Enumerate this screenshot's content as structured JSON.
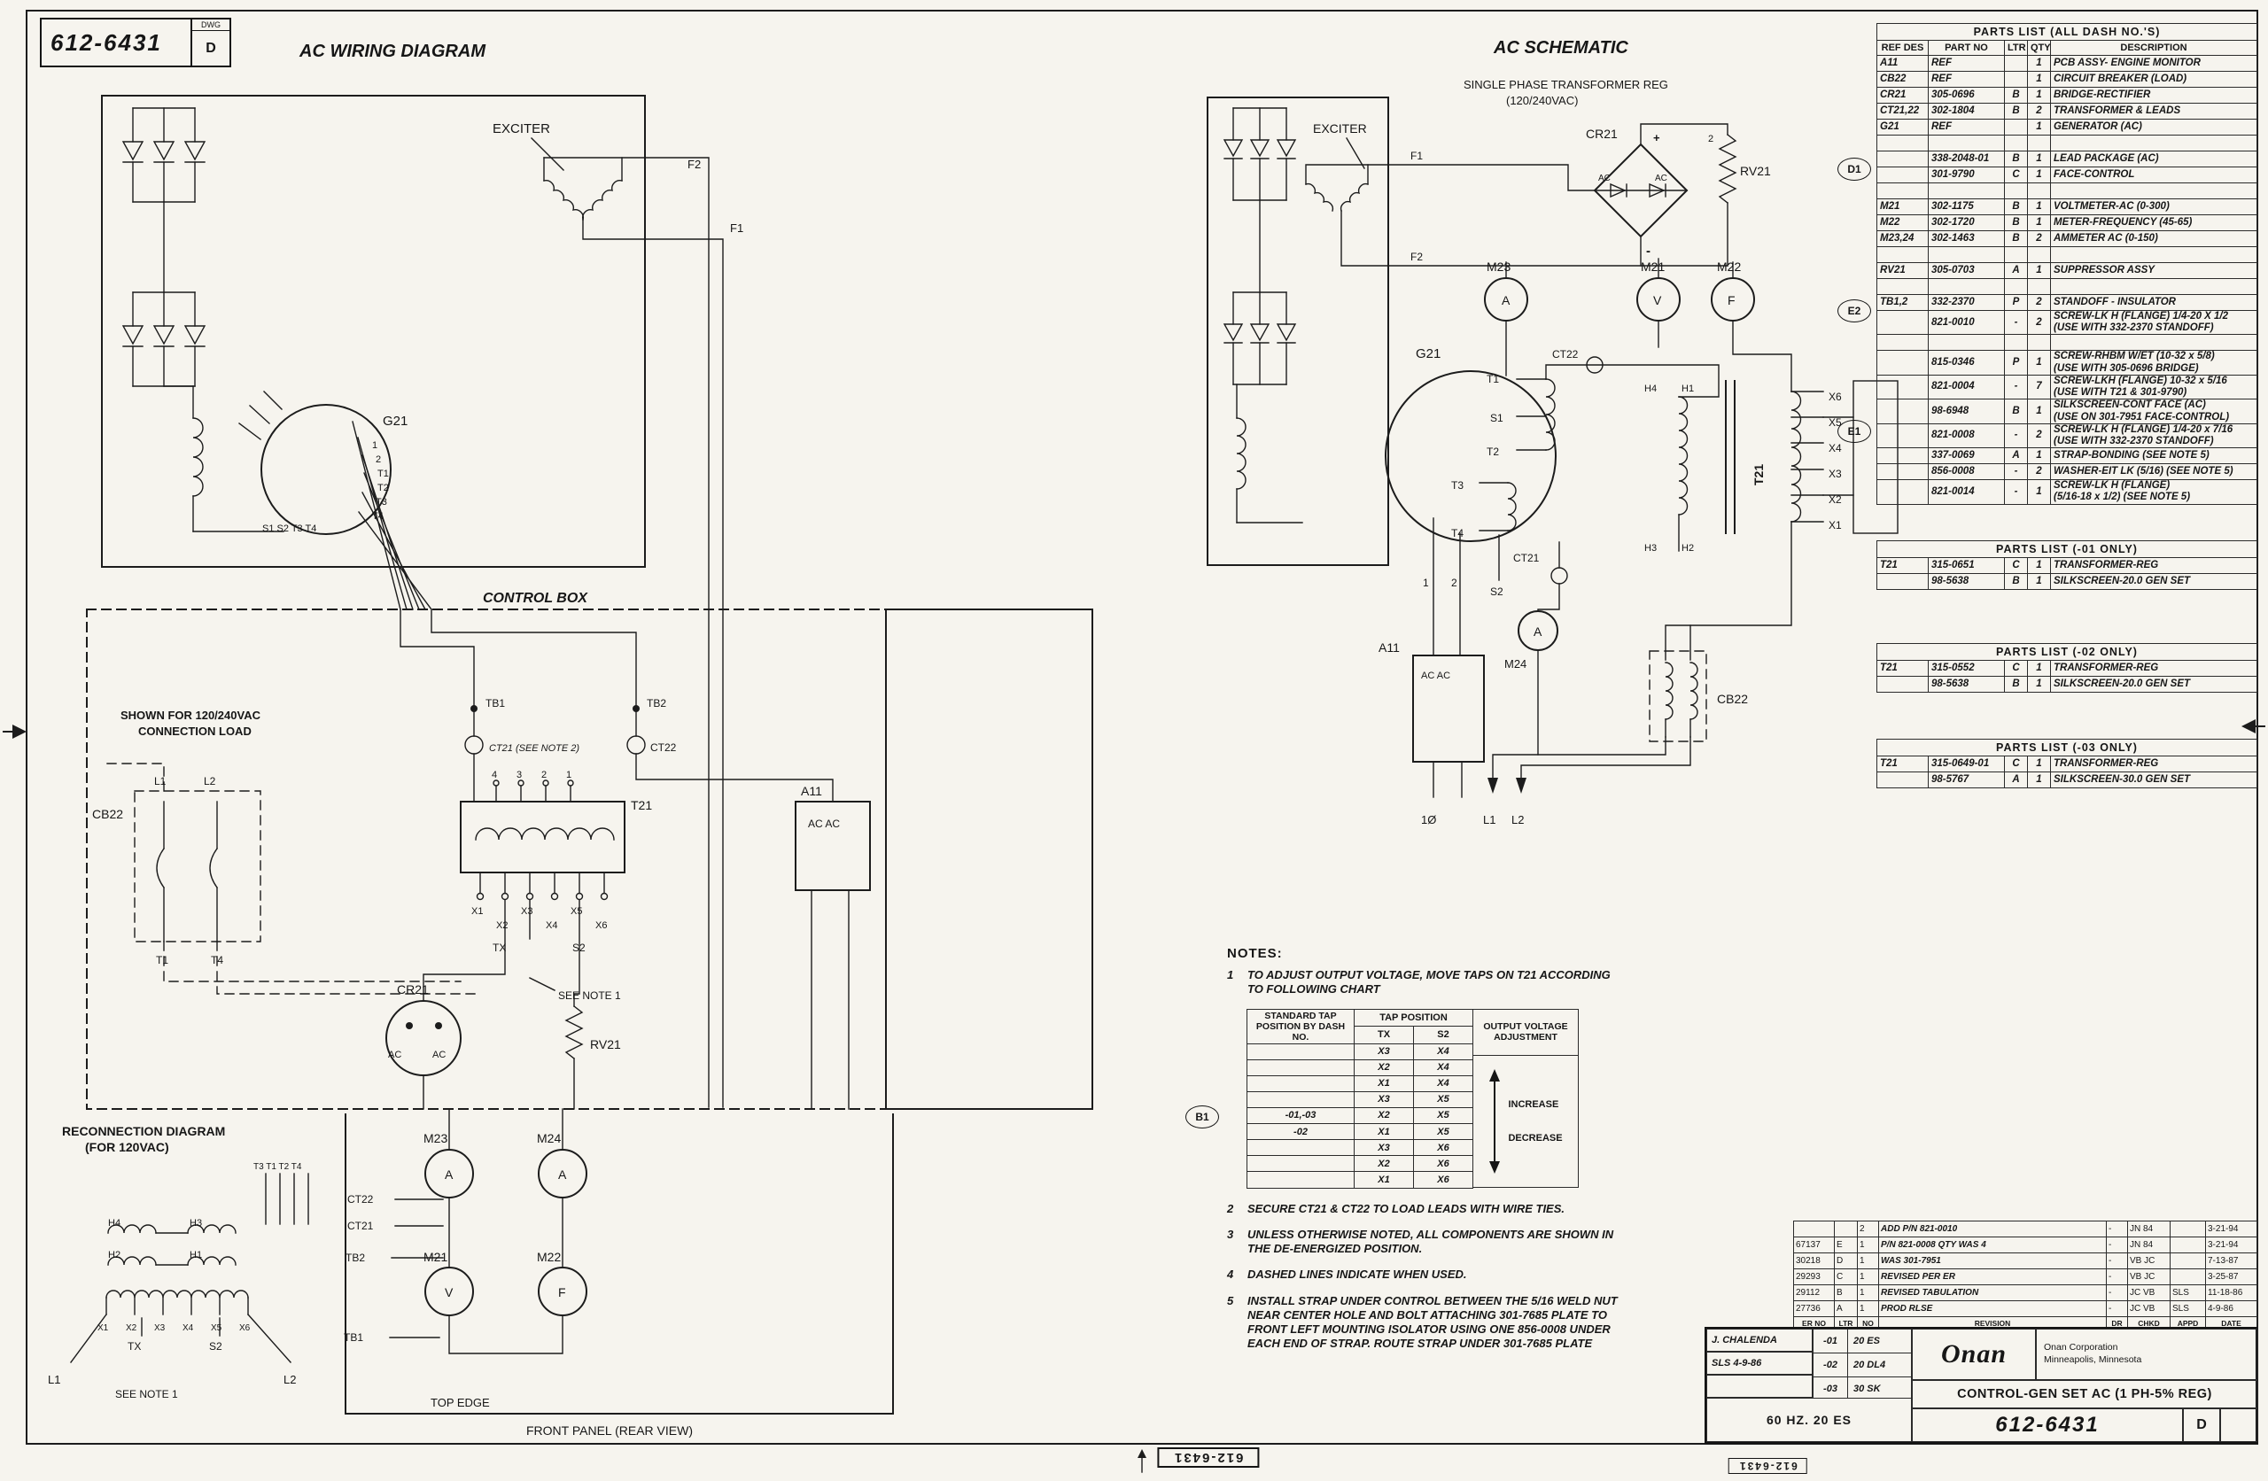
{
  "sheet": {
    "corner_number": "612-6431",
    "corner_size_label": "DWG",
    "corner_size": "D",
    "stamp": "612-6431"
  },
  "wiring": {
    "title": "AC WIRING DIAGRAM",
    "labels": {
      "exciter": "EXCITER",
      "f2": "F2",
      "f1": "F1",
      "g21": "G21",
      "lead_1": "1",
      "lead_2": "2",
      "lead_t1": "T1",
      "lead_t2": "T2",
      "lead_t3": "T3",
      "lead_t4": "T4",
      "terms": "S1 S2 T3 T4",
      "control_box": "CONTROL BOX",
      "shown1": "SHOWN FOR 120/240VAC",
      "shown2": "CONNECTION LOAD",
      "l1": "L1",
      "l2": "L2",
      "cb22": "CB22",
      "t1": "T1",
      "t4": "T4",
      "tb1": "TB1",
      "tb2": "TB2",
      "ct21_note": "CT21 (SEE NOTE 2)",
      "ct22": "CT22",
      "t21": "T21",
      "tap4": "4",
      "tap3": "3",
      "tap2": "2",
      "tap1": "1",
      "x1": "X1",
      "x2": "X2",
      "x3": "X3",
      "x4": "X4",
      "x5": "X5",
      "x6": "X6",
      "tx": "TX",
      "s2": "S2",
      "see_note1": "SEE NOTE 1",
      "cr21": "CR21",
      "ac": "AC",
      "rv21": "RV21",
      "a11": "A11",
      "a11_ac": "AC  AC",
      "m23": "M23",
      "m24": "M24",
      "amp": "A",
      "m21": "M21",
      "volt": "V",
      "m22": "M22",
      "freq": "F",
      "p_ct22": "CT22",
      "p_ct21": "CT21",
      "p_tb2": "TB2",
      "p_tb1": "TB1",
      "recon1": "RECONNECTION DIAGRAM",
      "recon2": "(FOR 120VAC)",
      "recon_top": "T3 T1 T2 T4",
      "h4": "H4",
      "h3": "H3",
      "h2": "H2",
      "h1": "H1",
      "recon_tx": "TX",
      "recon_s2": "S2",
      "recon_l1": "L1",
      "recon_l2": "L2",
      "top_edge": "TOP EDGE",
      "front_panel": "FRONT PANEL (REAR VIEW)"
    }
  },
  "schematic": {
    "title": "AC SCHEMATIC",
    "sub1": "SINGLE PHASE TRANSFORMER REG",
    "sub2": "(120/240VAC)",
    "labels": {
      "exciter": "EXCITER",
      "f1": "F1",
      "f2": "F2",
      "cr21": "CR21",
      "plus": "+",
      "minus": "-",
      "ac": "AC",
      "two": "2",
      "rv21": "RV21",
      "m23": "M23",
      "m21": "M21",
      "m22": "M22",
      "amp": "A",
      "volt": "V",
      "freq": "F",
      "g21": "G21",
      "t1": "T1",
      "s1": "S1",
      "t2": "T2",
      "t3": "T3",
      "t4": "T4",
      "ct22": "CT22",
      "ct21": "CT21",
      "one": "1",
      "s2": "S2",
      "a11": "A11",
      "a11_ac": "AC AC",
      "m24": "M24",
      "t21": "T21",
      "h4": "H4",
      "h1": "H1",
      "h3": "H3",
      "h2": "H2",
      "x6": "X6",
      "x5": "X5",
      "x4": "X4",
      "x3": "X3",
      "x2": "X2",
      "x1": "X1",
      "cb22": "CB22",
      "phase": "1Ø",
      "l1": "L1",
      "l2": "L2"
    }
  },
  "parts_all": {
    "title": "PARTS LIST (ALL DASH NO.'S)",
    "headers": [
      "REF DES",
      "PART NO",
      "LTR",
      "QTY",
      "DESCRIPTION"
    ],
    "rows": [
      {
        "ref": "A11",
        "part": "REF",
        "ltr": "",
        "qty": "1",
        "desc": "PCB ASSY- ENGINE MONITOR"
      },
      {
        "ref": "CB22",
        "part": "REF",
        "ltr": "",
        "qty": "1",
        "desc": "CIRCUIT BREAKER (LOAD)"
      },
      {
        "ref": "CR21",
        "part": "305-0696",
        "ltr": "B",
        "qty": "1",
        "desc": "BRIDGE-RECTIFIER"
      },
      {
        "ref": "CT21,22",
        "part": "302-1804",
        "ltr": "B",
        "qty": "2",
        "desc": "TRANSFORMER & LEADS"
      },
      {
        "ref": "G21",
        "part": "REF",
        "ltr": "",
        "qty": "1",
        "desc": "GENERATOR (AC)"
      },
      {
        "ref": "",
        "part": "",
        "ltr": "",
        "qty": "",
        "desc": ""
      },
      {
        "ref": "",
        "part": "338-2048-01",
        "ltr": "B",
        "qty": "1",
        "desc": "LEAD PACKAGE (AC)"
      },
      {
        "ref": "",
        "part": "301-9790",
        "ltr": "C",
        "qty": "1",
        "desc": "FACE-CONTROL"
      },
      {
        "ref": "",
        "part": "",
        "ltr": "",
        "qty": "",
        "desc": ""
      },
      {
        "ref": "M21",
        "part": "302-1175",
        "ltr": "B",
        "qty": "1",
        "desc": "VOLTMETER-AC (0-300)"
      },
      {
        "ref": "M22",
        "part": "302-1720",
        "ltr": "B",
        "qty": "1",
        "desc": "METER-FREQUENCY (45-65)"
      },
      {
        "ref": "M23,24",
        "part": "302-1463",
        "ltr": "B",
        "qty": "2",
        "desc": "AMMETER AC (0-150)"
      },
      {
        "ref": "",
        "part": "",
        "ltr": "",
        "qty": "",
        "desc": ""
      },
      {
        "ref": "RV21",
        "part": "305-0703",
        "ltr": "A",
        "qty": "1",
        "desc": "SUPPRESSOR ASSY"
      },
      {
        "ref": "",
        "part": "",
        "ltr": "",
        "qty": "",
        "desc": ""
      },
      {
        "ref": "TB1,2",
        "part": "332-2370",
        "ltr": "P",
        "qty": "2",
        "desc": "STANDOFF - INSULATOR"
      },
      {
        "ref": "",
        "part": "821-0010",
        "ltr": "-",
        "qty": "2",
        "desc": "SCREW-LK H (FLANGE) 1/4-20 X 1/2\n(USE WITH 332-2370 STANDOFF)"
      },
      {
        "ref": "",
        "part": "",
        "ltr": "",
        "qty": "",
        "desc": ""
      },
      {
        "ref": "",
        "part": "815-0346",
        "ltr": "P",
        "qty": "1",
        "desc": "SCREW-RHBM W/ET (10-32 x 5/8)\n(USE WITH 305-0696 BRIDGE)"
      },
      {
        "ref": "",
        "part": "821-0004",
        "ltr": "-",
        "qty": "7",
        "desc": "SCREW-LKH (FLANGE) 10-32 x 5/16\n(USE WITH T21 & 301-9790)"
      },
      {
        "ref": "",
        "part": "98-6948",
        "ltr": "B",
        "qty": "1",
        "desc": "SILKSCREEN-CONT FACE (AC)\n(USE ON 301-7951 FACE-CONTROL)"
      },
      {
        "ref": "",
        "part": "821-0008",
        "ltr": "-",
        "qty": "2",
        "desc": "SCREW-LK H (FLANGE) 1/4-20 x 7/16\n(USE WITH 332-2370 STANDOFF)"
      },
      {
        "ref": "",
        "part": "337-0069",
        "ltr": "A",
        "qty": "1",
        "desc": "STRAP-BONDING (SEE NOTE 5)"
      },
      {
        "ref": "",
        "part": "856-0008",
        "ltr": "-",
        "qty": "2",
        "desc": "WASHER-EIT LK (5/16) (SEE NOTE 5)"
      },
      {
        "ref": "",
        "part": "821-0014",
        "ltr": "-",
        "qty": "1",
        "desc": "SCREW-LK H (FLANGE)\n(5/16-18 x 1/2) (SEE NOTE 5)"
      }
    ]
  },
  "parts_01": {
    "title": "PARTS LIST (-01 ONLY)",
    "rows": [
      {
        "ref": "T21",
        "part": "315-0651",
        "ltr": "C",
        "qty": "1",
        "desc": "TRANSFORMER-REG"
      },
      {
        "ref": "",
        "part": "98-5638",
        "ltr": "B",
        "qty": "1",
        "desc": "SILKSCREEN-20.0 GEN SET"
      }
    ]
  },
  "parts_02": {
    "title": "PARTS LIST (-02 ONLY)",
    "rows": [
      {
        "ref": "T21",
        "part": "315-0552",
        "ltr": "C",
        "qty": "1",
        "desc": "TRANSFORMER-REG"
      },
      {
        "ref": "",
        "part": "98-5638",
        "ltr": "B",
        "qty": "1",
        "desc": "SILKSCREEN-20.0 GEN SET"
      }
    ]
  },
  "parts_03": {
    "title": "PARTS LIST (-03 ONLY)",
    "rows": [
      {
        "ref": "T21",
        "part": "315-0649-01",
        "ltr": "C",
        "qty": "1",
        "desc": "TRANSFORMER-REG"
      },
      {
        "ref": "",
        "part": "98-5767",
        "ltr": "A",
        "qty": "1",
        "desc": "SILKSCREEN-30.0 GEN SET"
      }
    ]
  },
  "balloons": {
    "d1": "D1",
    "e2": "E2",
    "e1": "E1",
    "b1": "B1"
  },
  "notes": {
    "heading": "NOTES:",
    "n1": {
      "n": "1",
      "text": "TO ADJUST OUTPUT VOLTAGE, MOVE TAPS ON T21 ACCORDING TO FOLLOWING CHART"
    },
    "rest": [
      {
        "n": "2",
        "text": "SECURE CT21 & CT22 TO LOAD LEADS WITH WIRE TIES."
      },
      {
        "n": "3",
        "text": "UNLESS OTHERWISE NOTED, ALL COMPONENTS ARE SHOWN IN THE DE-ENERGIZED POSITION."
      },
      {
        "n": "4",
        "text": "DASHED LINES INDICATE WHEN USED."
      },
      {
        "n": "5",
        "text": "INSTALL STRAP UNDER CONTROL BETWEEN THE 5/16 WELD NUT NEAR CENTER HOLE AND BOLT ATTACHING 301-7685 PLATE TO FRONT LEFT MOUNTING ISOLATOR USING ONE 856-0008 UNDER EACH END OF STRAP. ROUTE STRAP UNDER 301-7685 PLATE"
      }
    ]
  },
  "tap_chart": {
    "h_dash": "STANDARD TAP POSITION BY DASH NO.",
    "h_tap": "TAP POSITION",
    "h_tx": "TX",
    "h_s2": "S2",
    "h_out": "OUTPUT VOLTAGE ADJUSTMENT",
    "increase": "INCREASE",
    "decrease": "DECREASE",
    "rows": [
      {
        "dash": "",
        "tx": "X3",
        "s2": "X4"
      },
      {
        "dash": "",
        "tx": "X2",
        "s2": "X4"
      },
      {
        "dash": "",
        "tx": "X1",
        "s2": "X4"
      },
      {
        "dash": "",
        "tx": "X3",
        "s2": "X5"
      },
      {
        "dash": "-01,-03",
        "tx": "X2",
        "s2": "X5"
      },
      {
        "dash": "-02",
        "tx": "X1",
        "s2": "X5"
      },
      {
        "dash": "",
        "tx": "X3",
        "s2": "X6"
      },
      {
        "dash": "",
        "tx": "X2",
        "s2": "X6"
      },
      {
        "dash": "",
        "tx": "X1",
        "s2": "X6"
      }
    ]
  },
  "revisions": {
    "headers": [
      "ER NO",
      "LTR",
      "NO",
      "REVISION",
      "DR",
      "CHKD",
      "APPD",
      "DATE"
    ],
    "rows": [
      {
        "er": "",
        "ltr": "",
        "no": "2",
        "rev": "ADD P/N 821-0010",
        "dr": "-",
        "chk": "JN 84",
        "app": "",
        "date": "3-21-94"
      },
      {
        "er": "67137",
        "ltr": "E",
        "no": "1",
        "rev": "P/N 821-0008 QTY WAS 4",
        "dr": "-",
        "chk": "JN 84",
        "app": "",
        "date": "3-21-94"
      },
      {
        "er": "30218",
        "ltr": "D",
        "no": "1",
        "rev": "WAS 301-7951",
        "dr": "-",
        "chk": "VB JC",
        "app": "",
        "date": "7-13-87"
      },
      {
        "er": "29293",
        "ltr": "C",
        "no": "1",
        "rev": "REVISED PER ER",
        "dr": "-",
        "chk": "VB JC",
        "app": "",
        "date": "3-25-87"
      },
      {
        "er": "29112",
        "ltr": "B",
        "no": "1",
        "rev": "REVISED TABULATION",
        "dr": "-",
        "chk": "JC VB",
        "app": "SLS",
        "date": "11-18-86"
      },
      {
        "er": "27736",
        "ltr": "A",
        "no": "1",
        "rev": "PROD RLSE",
        "dr": "-",
        "chk": "JC VB",
        "app": "SLS",
        "date": "4-9-86"
      }
    ]
  },
  "title_block": {
    "drawn_by": "J. CHALENDA",
    "approved": "SLS 4-9-86",
    "freq_model": "60 HZ. 20 ES",
    "dash_rows": [
      {
        "dash": "-01",
        "model": "20 ES"
      },
      {
        "dash": "-02",
        "model": "20 DL4"
      },
      {
        "dash": "-03",
        "model": "30 SK"
      }
    ],
    "logo": "Onan",
    "company_1": "Onan Corporation",
    "company_2": "Minneapolis, Minnesota",
    "title": "CONTROL-GEN SET AC (1 PH-5% REG)",
    "size": "D",
    "number": "612-6431"
  }
}
